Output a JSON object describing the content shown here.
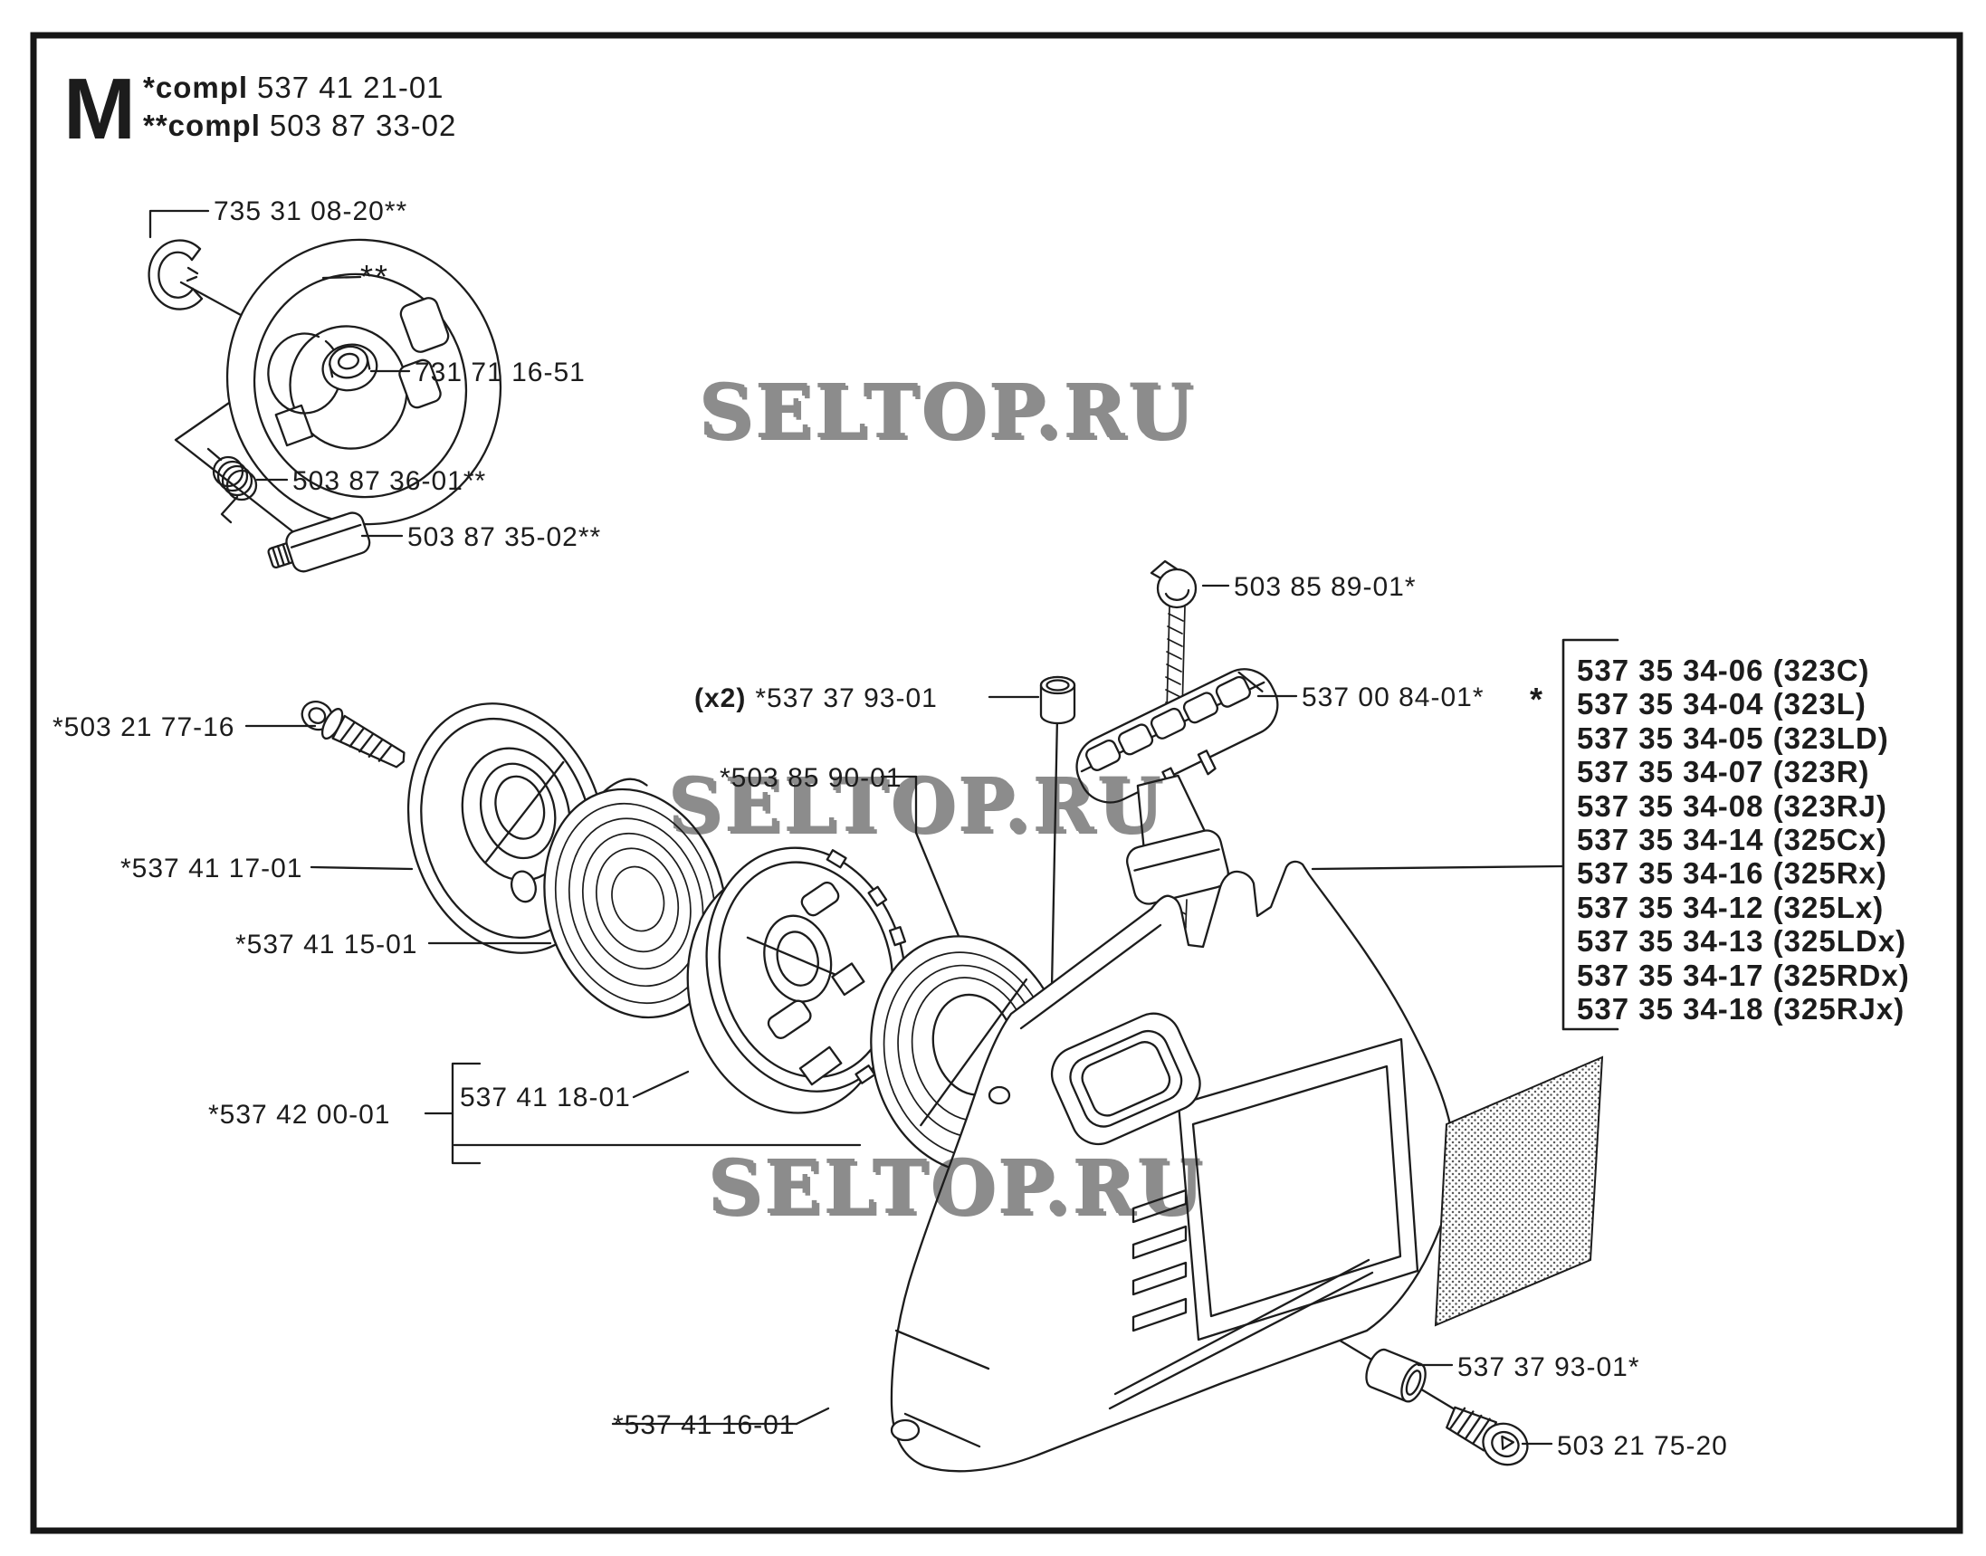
{
  "header": {
    "letter": "M",
    "note1_bold": "*compl",
    "note1_num": "537 41 21-01",
    "note2_bold": "**compl",
    "note2_num": "503 87 33-02"
  },
  "labels": {
    "retainer_clip": "735 31 08-20**",
    "cover_ref": "**",
    "flange_nut": "731 71 16-51",
    "pawl_spring": "503 87 36-01**",
    "starter_pawl": "503 87 35-02**",
    "pulley_screw": "*503 21 77-16",
    "starter_pulley": "*537 41 17-01",
    "rewind_spring": "*537 41 15-01",
    "bushing_x2_qty": "(x2)",
    "bushing_x2": "*537 37 93-01",
    "starter_rope": "*503 85 90-01",
    "rope_anchor": "503 85 89-01*",
    "starter_handle": "537 00 84-01*",
    "spring_cassette": "*537 42 00-01",
    "pulley_complete": "537 41 18-01",
    "starter_housing": "*537 41 16-01",
    "bushing_single": "537 37 93-01*",
    "housing_screw": "503 21 75-20",
    "models_ref": "*"
  },
  "models": [
    "537 35 34-06 (323C)",
    "537 35 34-04 (323L)",
    "537 35 34-05 (323LD)",
    "537 35 34-07 (323R)",
    "537 35 34-08 (323RJ)",
    "537 35 34-14 (325Cx)",
    "537 35 34-16 (325Rx)",
    "537 35 34-12 (325Lx)",
    "537 35 34-13 (325LDx)",
    "537 35 34-17 (325RDx)",
    "537 35 34-18 (325RJx)"
  ],
  "watermark": {
    "text": "SELTOP.RU",
    "color": "#e2d4d4"
  },
  "colors": {
    "ink": "#1c1c1c",
    "background": "#ffffff"
  }
}
